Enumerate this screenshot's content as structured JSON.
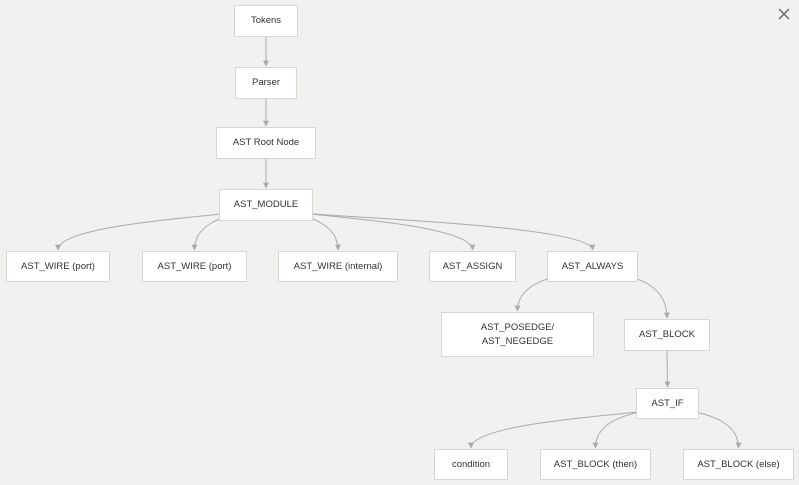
{
  "diagram": {
    "nodes": [
      {
        "id": "tokens",
        "label": "Tokens"
      },
      {
        "id": "parser",
        "label": "Parser"
      },
      {
        "id": "root",
        "label": "AST Root Node"
      },
      {
        "id": "module",
        "label": "AST_MODULE"
      },
      {
        "id": "wire_port_1",
        "label": "AST_WIRE (port)"
      },
      {
        "id": "wire_port_2",
        "label": "AST_WIRE (port)"
      },
      {
        "id": "wire_internal",
        "label": "AST_WIRE (internal)"
      },
      {
        "id": "assign",
        "label": "AST_ASSIGN"
      },
      {
        "id": "always",
        "label": "AST_ALWAYS"
      },
      {
        "id": "posedge",
        "label": "AST_POSEDGE/\nAST_NEGEDGE"
      },
      {
        "id": "block",
        "label": "AST_BLOCK"
      },
      {
        "id": "if",
        "label": "AST_IF"
      },
      {
        "id": "condition",
        "label": "condition"
      },
      {
        "id": "block_then",
        "label": "AST_BLOCK (then)"
      },
      {
        "id": "block_else",
        "label": "AST_BLOCK (else)"
      }
    ],
    "edges": [
      {
        "from": "tokens",
        "to": "parser"
      },
      {
        "from": "parser",
        "to": "root"
      },
      {
        "from": "root",
        "to": "module"
      },
      {
        "from": "module",
        "to": "wire_port_1"
      },
      {
        "from": "module",
        "to": "wire_port_2"
      },
      {
        "from": "module",
        "to": "wire_internal"
      },
      {
        "from": "module",
        "to": "assign"
      },
      {
        "from": "module",
        "to": "always"
      },
      {
        "from": "always",
        "to": "posedge"
      },
      {
        "from": "always",
        "to": "block"
      },
      {
        "from": "block",
        "to": "if"
      },
      {
        "from": "if",
        "to": "condition"
      },
      {
        "from": "if",
        "to": "block_then"
      },
      {
        "from": "if",
        "to": "block_else"
      }
    ]
  },
  "colors": {
    "background": "#f2f1ef",
    "node_fill": "#ffffff",
    "node_border": "#d9d7d3",
    "edge": "#aaaaaa",
    "text": "#333333"
  },
  "icons": {
    "close": "close-icon"
  }
}
